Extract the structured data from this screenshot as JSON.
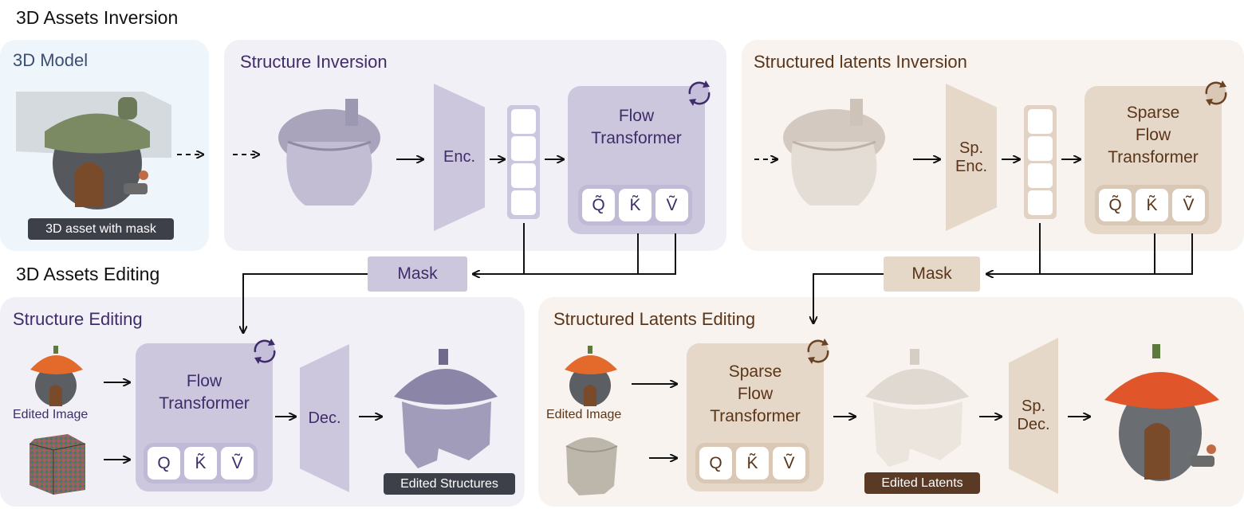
{
  "headings": {
    "inversion": "3D Assets Inversion",
    "editing": "3D Assets Editing"
  },
  "panels": {
    "model": {
      "title": "3D Model",
      "tag": "3D asset with mask"
    },
    "structure_inversion": {
      "title": "Structure Inversion",
      "encoder": "Enc.",
      "transformer": "Flow\nTransformer",
      "qkv": [
        "Q̃",
        "K̃",
        "Ṽ"
      ]
    },
    "latents_inversion": {
      "title": "Structured latents Inversion",
      "encoder": "Sp.\nEnc.",
      "transformer": "Sparse\nFlow\nTransformer",
      "qkv": [
        "Q̃",
        "K̃",
        "Ṽ"
      ]
    },
    "structure_editing": {
      "title": "Structure Editing",
      "image_caption": "Edited Image",
      "transformer": "Flow\nTransformer",
      "qkv": [
        "Q",
        "K̃",
        "Ṽ"
      ],
      "decoder": "Dec.",
      "tag": "Edited Structures"
    },
    "latents_editing": {
      "title": "Structured Latents Editing",
      "image_caption": "Edited Image",
      "transformer": "Sparse\nFlow\nTransformer",
      "qkv": [
        "Q",
        "K̃",
        "Ṽ"
      ],
      "decoder": "Sp.\nDec.",
      "tag": "Edited Latents"
    }
  },
  "masks": {
    "left": "Mask",
    "right": "Mask"
  },
  "colors": {
    "purple_box": "#cdc7de",
    "purple_text": "#3f2c6b",
    "brown_box": "#e6d8c9",
    "brown_text": "#5a3519",
    "tag_dark": "#3d4048",
    "tag_brown": "#5b3a25"
  },
  "icons": [
    "cycle-icon"
  ]
}
